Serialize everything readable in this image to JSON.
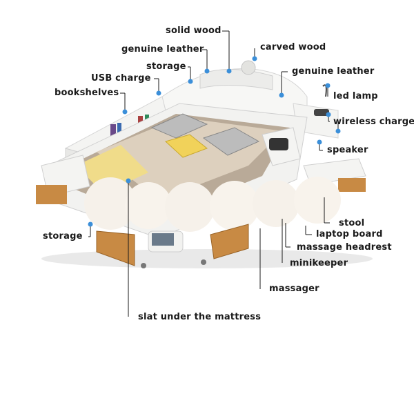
{
  "labels": {
    "solid_wood": "solid wood",
    "genuine_leather_left": "genuine leather",
    "carved_wood": "carved wood",
    "storage_top": "storage",
    "genuine_leather_right": "genuine leather",
    "usb_charge": "USB charge",
    "led_lamp": "led lamp",
    "bookshelves": "bookshelves",
    "wireless_charge": "wireless charge",
    "speaker": "speaker",
    "stool": "stool",
    "laptop_board": "laptop board",
    "storage_bottom": "storage",
    "massage_headrest": "massage headrest",
    "minikeeper": "minikeeper",
    "massager": "massager",
    "slat_under_mattress": "slat under the mattress"
  },
  "colors": {
    "callout": "#3b8fd9",
    "leather": "#f2f2f0",
    "wood": "#d7a05a",
    "sheet_taupe": "#b9aa98",
    "pillow_yellow": "#f1d25a",
    "blanket_yellow": "#f0dc8a"
  }
}
